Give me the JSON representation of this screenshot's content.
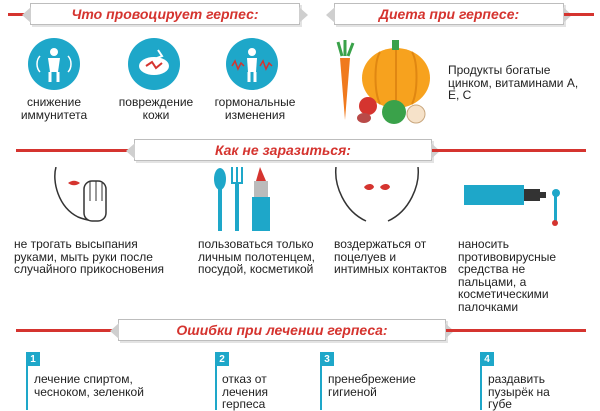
{
  "sections": {
    "provoke_title": "Что провоцирует герпес:",
    "diet_title": "Диета при герпесе:",
    "infection_title": "Как не заразиться:",
    "errors_title": "Ошибки при лечении герпеса:"
  },
  "provoke": [
    {
      "icon": "immunity-icon",
      "label": "снижение иммунитета"
    },
    {
      "icon": "skin-damage-icon",
      "label": "повреждение кожи"
    },
    {
      "icon": "hormone-icon",
      "label": "гормональные изменения"
    }
  ],
  "diet": {
    "text": "Продукты богатые цинком, витаминами А, Е, С",
    "icon": "vegetables-icon"
  },
  "prevention": [
    {
      "icon": "face-hand-icon",
      "text": "не трогать высыпания руками, мыть руки после случайного прикосновения"
    },
    {
      "icon": "utensils-icon",
      "text": "пользоваться только личным полотенцем, посудой, косметикой"
    },
    {
      "icon": "kissing-faces-icon",
      "text": "воздержаться от поцелуев и интимных контактов"
    },
    {
      "icon": "cream-swab-icon",
      "text": "наносить противовирусные средства не пальцами, а косметическими палочками"
    }
  ],
  "errors": [
    {
      "num": "1",
      "text": "лечение спиртом, чесноком, зеленкой"
    },
    {
      "num": "2",
      "text": "отказ от лечения герпеса"
    },
    {
      "num": "3",
      "text": "пренебрежение гигиеной"
    },
    {
      "num": "4",
      "text": "раздавить пузырёк на губе"
    }
  ],
  "colors": {
    "accent_red": "#d5342f",
    "accent_teal": "#1ea7c9"
  }
}
